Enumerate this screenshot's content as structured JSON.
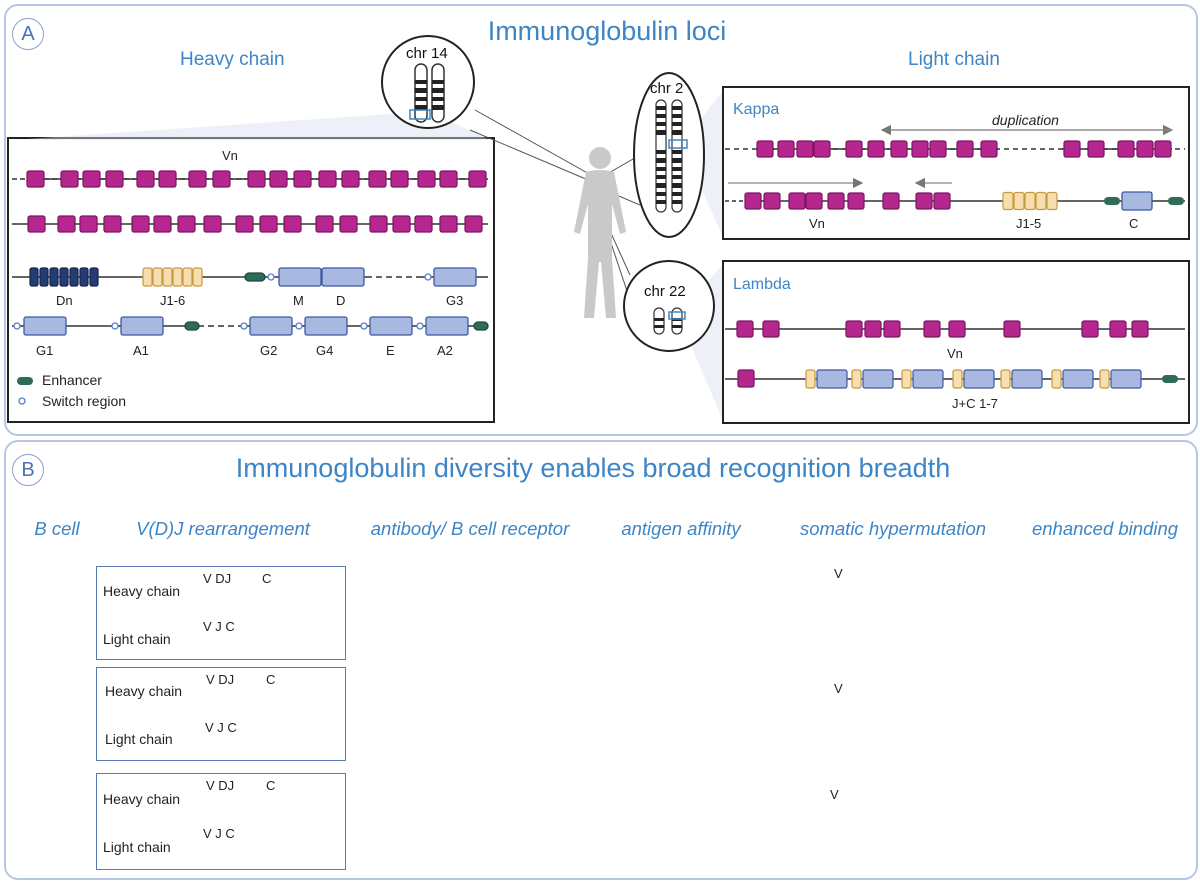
{
  "panel_a": {
    "letter": "A",
    "title": "Immunoglobulin loci",
    "heavy_title": "Heavy chain",
    "light_title": "Light chain",
    "chr14": "chr 14",
    "chr2": "chr 2",
    "chr22": "chr 22",
    "heavy": {
      "vn": "Vn",
      "dn": "Dn",
      "j16": "J1-6",
      "m": "M",
      "d": "D",
      "g3": "G3",
      "g1": "G1",
      "a1": "A1",
      "g2": "G2",
      "g4": "G4",
      "e": "E",
      "a2": "A2",
      "legend_enhancer": "Enhancer",
      "legend_switch": "Switch region"
    },
    "kappa": {
      "title": "Kappa",
      "duplication": "duplication",
      "vn": "Vn",
      "j15": "J1-5",
      "c": "C"
    },
    "lambda": {
      "title": "Lambda",
      "vn": "Vn",
      "jc": "J+C 1-7"
    }
  },
  "panel_b": {
    "letter": "B",
    "title": "Immunoglobulin diversity enables broad recognition breadth",
    "steps": [
      "B cell",
      "V(D)J rearrangement",
      "antibody/ B cell receptor",
      "antigen affinity",
      "somatic hypermutation",
      "enhanced binding"
    ],
    "heavy_chain": "Heavy chain",
    "light_chain": "Light chain",
    "heavy_seg_labels": "V DJ",
    "heavy_c_label": "C",
    "light_seg_labels": "V J C",
    "v_label": "V"
  },
  "colors": {
    "magenta": "#b5278f",
    "navy": "#253b73",
    "tan": "#f6deb0",
    "blue_box": "#a9b8e0",
    "enhancer": "#2e6b5b",
    "title_blue": "#3d85c6",
    "virus_red": "#c2281f",
    "bacteria_blue": "#7fb2cc",
    "protein_green": "#9ccf56",
    "row2_purple": "#5a3fb0",
    "row3_green": "#3f8f2a"
  }
}
